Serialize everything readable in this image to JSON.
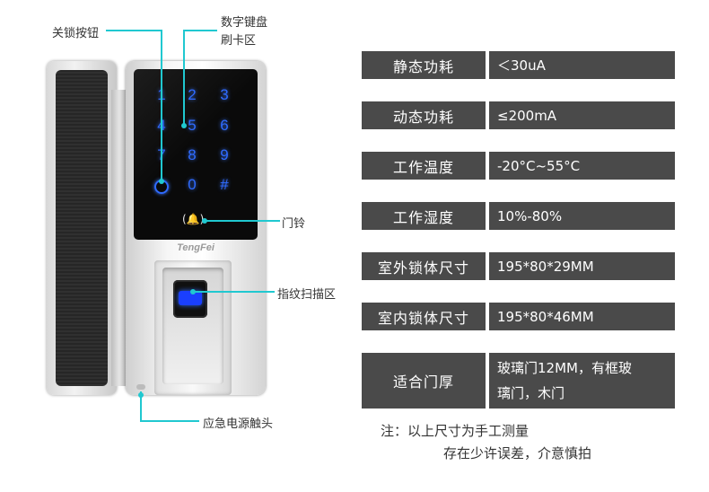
{
  "callouts": {
    "lock_button": "关锁按钮",
    "keypad_line1": "数字键盘",
    "keypad_line2": "刷卡区",
    "doorbell": "门铃",
    "fingerprint": "指纹扫描区",
    "power_contact": "应急电源触头"
  },
  "device": {
    "brand": "TengFei",
    "keys": [
      "1",
      "2",
      "3",
      "4",
      "5",
      "6",
      "7",
      "8",
      "9",
      "0",
      "#"
    ]
  },
  "specs": [
    {
      "label": "静态功耗",
      "value": "＜30uA"
    },
    {
      "label": "动态功耗",
      "value": "≤200mA"
    },
    {
      "label": "工作温度",
      "value": "-20°C~55°C"
    },
    {
      "label": "工作湿度",
      "value": "10%-80%"
    },
    {
      "label": "室外锁体尺寸",
      "value": "195*80*29MM"
    },
    {
      "label": "室内锁体尺寸",
      "value": "195*80*46MM"
    },
    {
      "label": "适合门厚",
      "value_line1": "玻璃门12MM，有框玻",
      "value_line2": "璃门，木门"
    }
  ],
  "note": {
    "line1": "注：以上尺寸为手工测量",
    "line2": "存在少许误差，介意慎拍"
  },
  "colors": {
    "table_bg": "#4a4a4a",
    "callout_line": "#20c8d0",
    "key_glow": "#2f6bff"
  }
}
